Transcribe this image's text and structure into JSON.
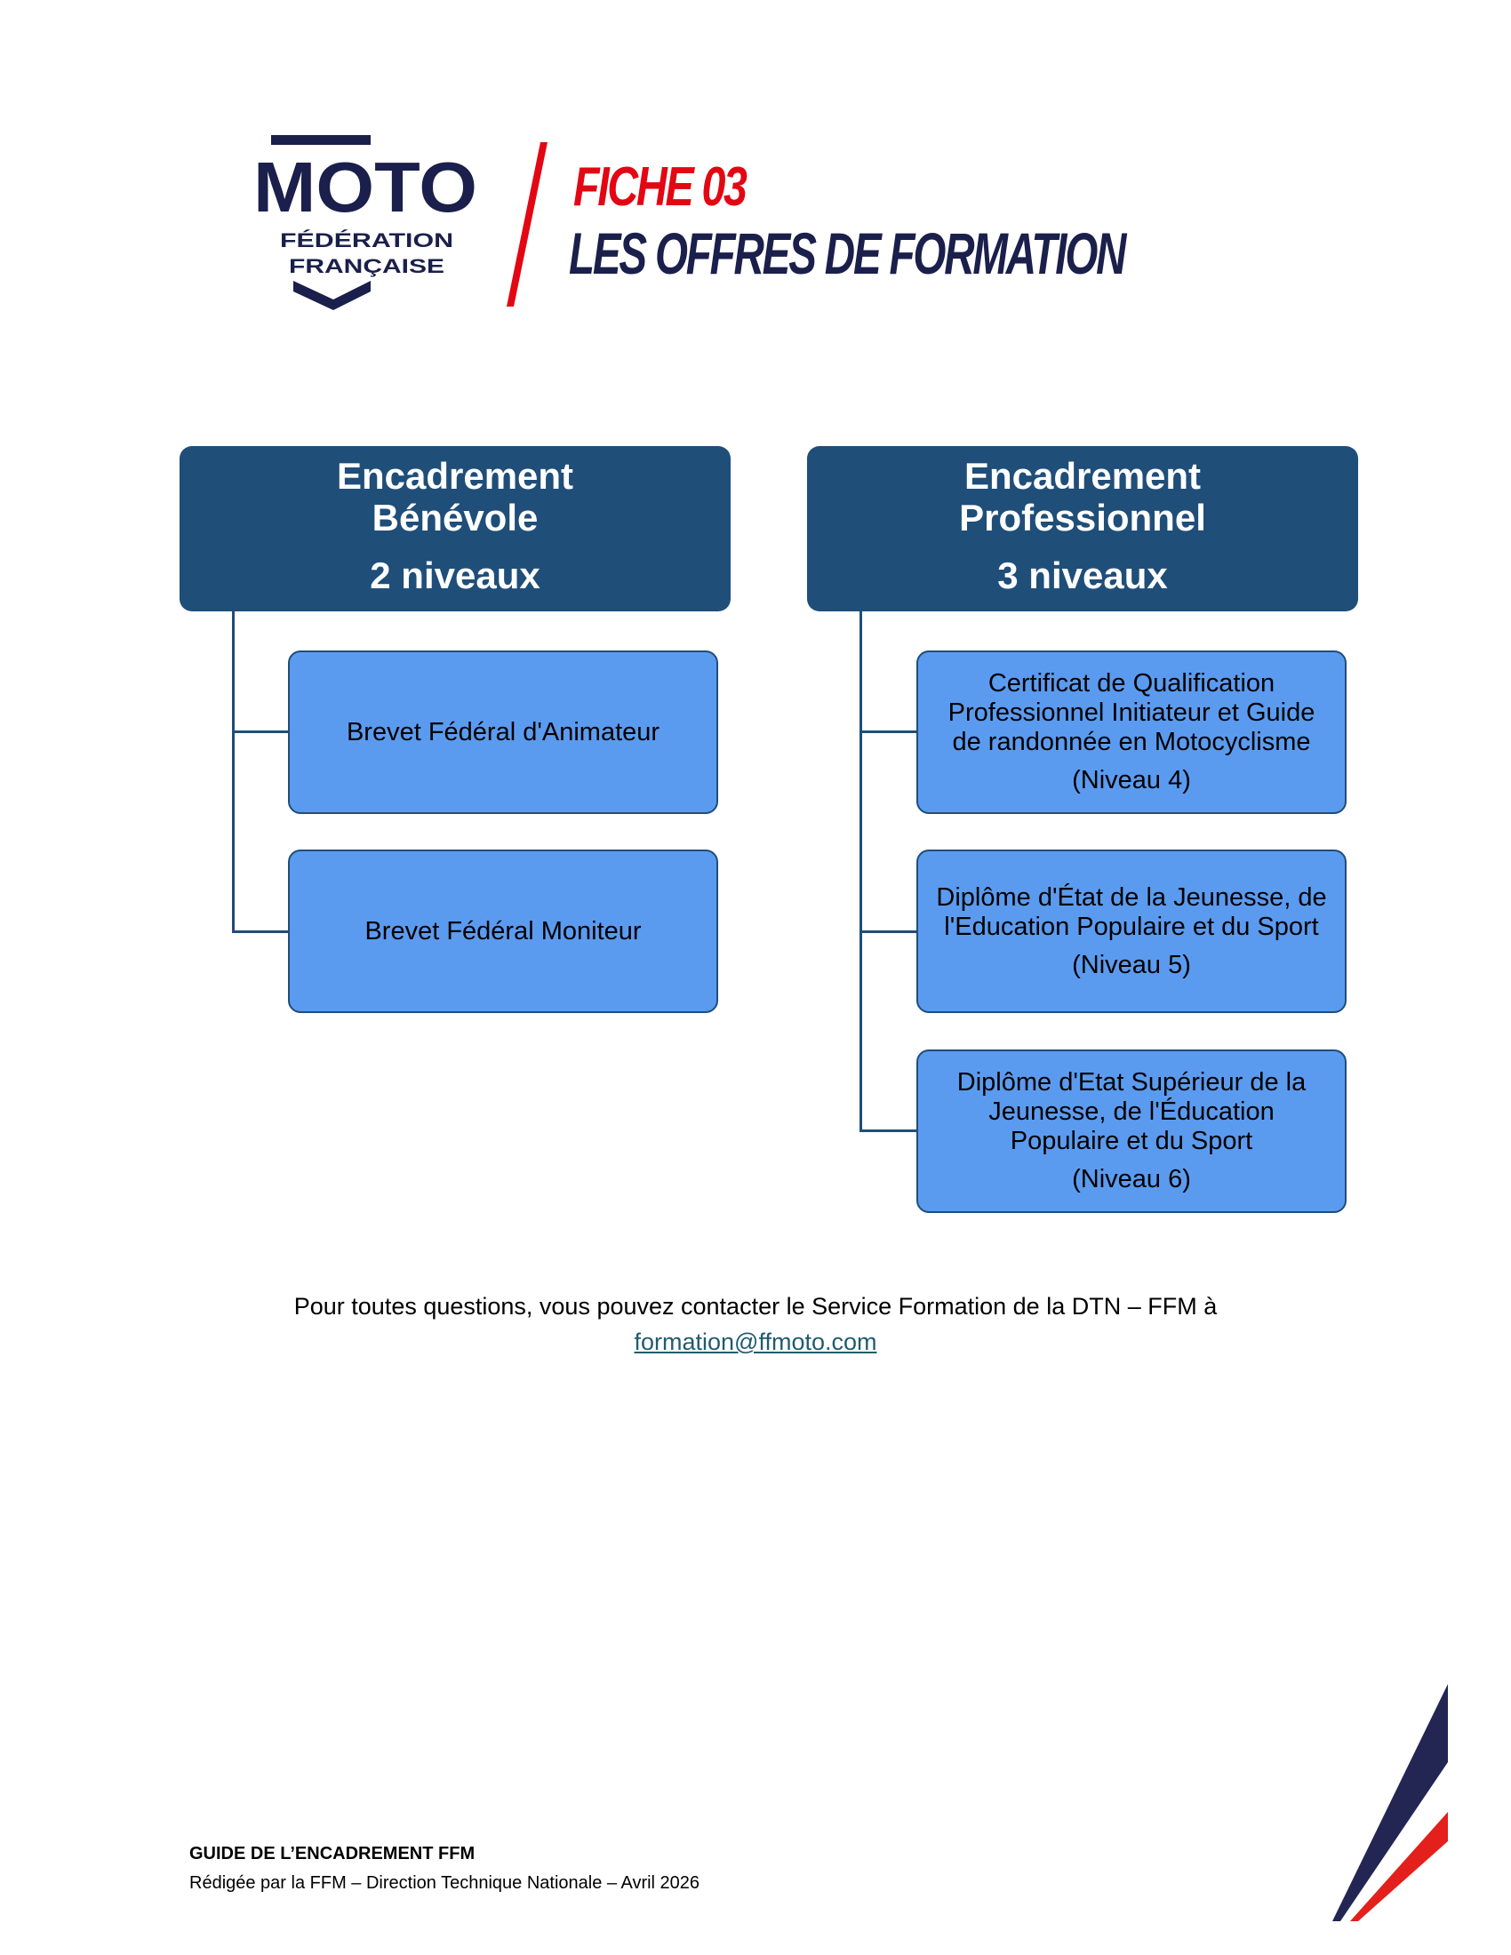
{
  "header": {
    "logo": {
      "wordmark": "MOTO",
      "line1": "FÉDÉRATION",
      "line2": "FRANÇAISE"
    },
    "fiche": "FICHE 03",
    "title": "LES OFFRES DE FORMATION"
  },
  "columns": [
    {
      "title_line1": "Encadrement",
      "title_line2": "Bénévole",
      "levels": "2 niveaux",
      "items": [
        {
          "label": "Brevet Fédéral d'Animateur"
        },
        {
          "label": "Brevet Fédéral Moniteur"
        }
      ]
    },
    {
      "title_line1": "Encadrement",
      "title_line2": "Professionnel",
      "levels": "3 niveaux",
      "items": [
        {
          "label": "Certificat de Qualification Professionnel Initiateur et Guide de randonnée en Motocyclisme",
          "level": "(Niveau 4)"
        },
        {
          "label": "Diplôme d'État de la Jeunesse, de l'Education Populaire et du Sport",
          "level": "(Niveau 5)"
        },
        {
          "label": "Diplôme d'Etat Supérieur de la Jeunesse, de l'Éducation Populaire et du Sport",
          "level": "(Niveau 6)"
        }
      ]
    }
  ],
  "contact": {
    "text": "Pour toutes questions, vous pouvez contacter le Service Formation de la DTN – FFM à",
    "email": "formation@ffmoto.com"
  },
  "footer": {
    "title": "GUIDE DE L’ENCADREMENT FFM",
    "subtitle": "Rédigée par la FFM – Direction Technique Nationale – Avril 2026"
  },
  "colors": {
    "navy": "#1a1f4b",
    "red": "#e30613",
    "header_box": "#1f4e79",
    "child_box": "#5b9bef"
  }
}
